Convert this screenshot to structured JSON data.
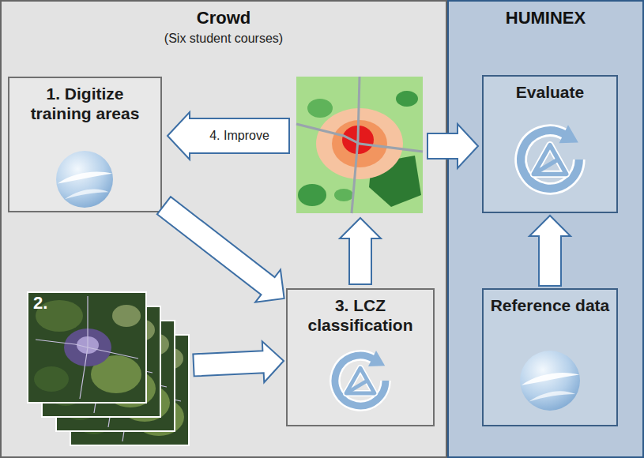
{
  "diagram": {
    "nodes": [
      {
        "text": [
          "Crowd",
          "(Six student courses)"
        ]
      },
      {
        "text": [
          "1. Digitize training areas"
        ],
        "in": 0
      },
      {
        "text": [
          "2."
        ],
        "in": 0
      },
      {
        "text": [
          "3. LCZ classification"
        ],
        "in": 0
      },
      {
        "text": [
          "HUMINEX"
        ]
      },
      {
        "text": [
          "Evaluate"
        ],
        "in": 4
      },
      {
        "text": [
          "Reference data"
        ],
        "in": 4
      }
    ],
    "edges": [
      {
        "from": 1,
        "to": 3,
        "arrow": "to"
      },
      {
        "from": 2,
        "to": 3,
        "arrow": "to"
      },
      {
        "from": 6,
        "to": 5,
        "arrow": "to"
      }
    ],
    "labels": [
      "4. Improve"
    ]
  }
}
